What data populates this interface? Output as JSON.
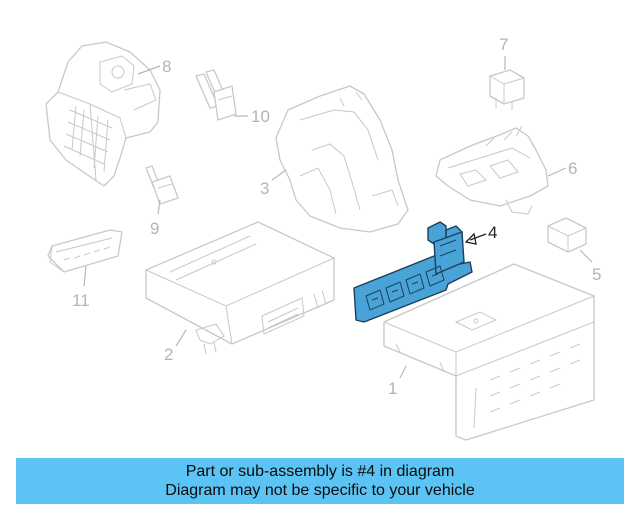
{
  "callouts": [
    "1",
    "2",
    "3",
    "4",
    "5",
    "6",
    "7",
    "8",
    "9",
    "10",
    "11"
  ],
  "highlighted_callout": "4",
  "banner": {
    "line1": "Part or sub-assembly is #4 in diagram",
    "line2": "Diagram may not be specific to your vehicle"
  },
  "colors": {
    "highlight": "#4aa3d6",
    "banner": "#5bc4f5",
    "part_lines": "#c8c8c8"
  }
}
